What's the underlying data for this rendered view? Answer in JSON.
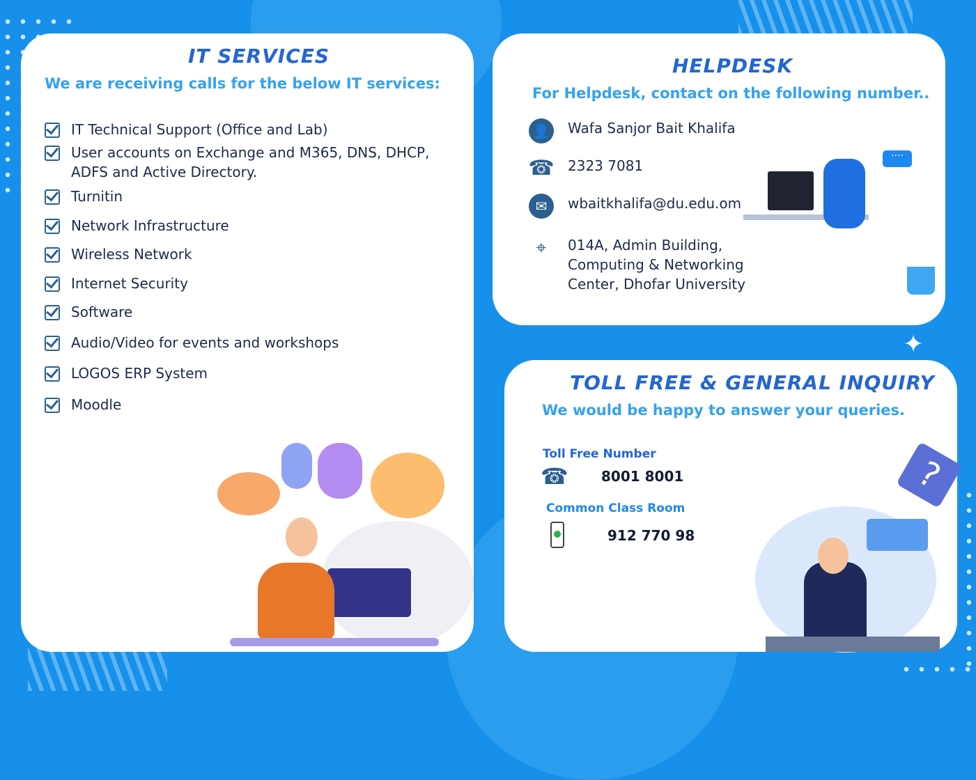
{
  "it_services": {
    "title": "IT SERVICES",
    "subtitle": "We are receiving calls for the below IT services:",
    "items": [
      "IT Technical Support (Office and Lab)",
      "User accounts on Exchange and M365, DNS, DHCP, ADFS and Active Directory.",
      "Turnitin",
      "Network Infrastructure",
      "Wireless Network",
      "Internet Security",
      "Software",
      "Audio/Video for events and workshops",
      "LOGOS ERP System",
      "Moodle"
    ]
  },
  "helpdesk": {
    "title": "HELPDESK",
    "subtitle": "For Helpdesk, contact on the following  number..",
    "name": "Wafa Sanjor Bait Khalifa",
    "phone": "2323 7081",
    "email": "wbaitkhalifa@du.edu.om",
    "address": "014A, Admin Building, Computing & Networking Center, Dhofar University"
  },
  "toll_free": {
    "title": "TOLL FREE  & GENERAL INQUIRY",
    "subtitle": "We would be happy to answer your queries.",
    "toll_label": "Toll Free Number",
    "toll_number": "8001 8001",
    "classroom_label": "Common Class Room",
    "classroom_number": "912 770 98"
  },
  "colors": {
    "background": "#1690ea",
    "title": "#2466cf",
    "subtitle": "#35a2ee",
    "text": "#1c2b4a"
  }
}
